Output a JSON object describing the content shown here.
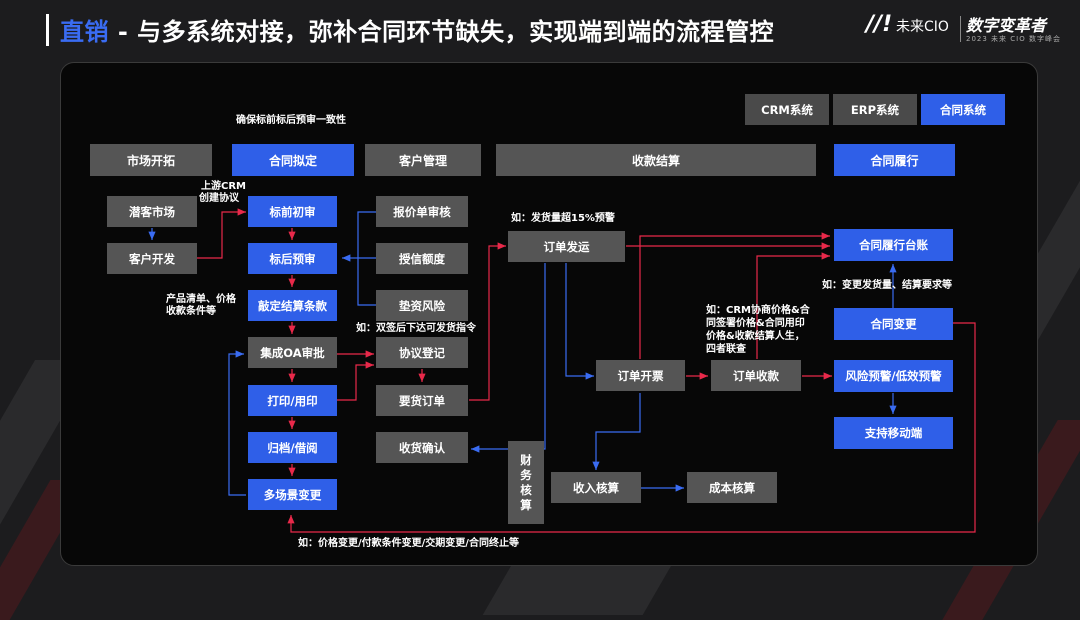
{
  "title": {
    "highlight": "直销",
    "rest": " - 与多系统对接，弥补合同环节缺失，实现端到端的流程管控"
  },
  "logo": {
    "brand1": "未来CIO",
    "brand2": "数字变革者",
    "sub": "2023 未来 CIO 数字峰会"
  },
  "legend": {
    "crm": "CRM系统",
    "erp": "ERP系统",
    "contract": "合同系统"
  },
  "phases": {
    "market": "市场开拓",
    "draft": "合同拟定",
    "customer": "客户管理",
    "settlement": "收款结算",
    "fulfill": "合同履行"
  },
  "nodes": {
    "lead_market": "潜客市场",
    "customer_dev": "客户开发",
    "pre_bid": "标前初审",
    "post_bid": "标后预审",
    "settle_terms": "敲定结算条款",
    "oa_approval": "集成OA审批",
    "print_seal": "打印/用印",
    "archive": "归档/借阅",
    "multi_change": "多场景变更",
    "quote_review": "报价单审核",
    "credit_limit": "授信额度",
    "advance_risk": "垫资风险",
    "agreement_reg": "协议登记",
    "order_request": "要货订单",
    "receipt_confirm": "收货确认",
    "order_ship": "订单发运",
    "order_invoice": "订单开票",
    "order_collect": "订单收款",
    "revenue_acct": "收入核算",
    "cost_acct": "成本核算",
    "finance_acct": "财务核算",
    "fulfill_ledger": "合同履行台账",
    "contract_change": "合同变更",
    "risk_alert": "风险预警/低效预警",
    "mobile": "支持移动端"
  },
  "notes": {
    "consistency": "确保标前标后预审一致性",
    "crm_create_1": "上游CRM",
    "crm_create_2": "创建协议",
    "product_1": "产品清单、价格",
    "product_2": "收款条件等",
    "dual_sign": "如：双签后下达可发货指令",
    "ship_alert": "如：发货量超15%预警",
    "crm_1": "如：CRM协商价格&合",
    "crm_2": "同签署价格&合同用印",
    "crm_3": "价格&收款结算人生，",
    "crm_4": "四者联查",
    "change_ship": "如：变更发货量、结算要求等",
    "change_terms": "如：价格变更/付款条件变更/交期变更/合同终止等"
  },
  "colors": {
    "accent": "#2f5fe8",
    "gray": "#555555",
    "red_arrow": "#e8294a",
    "blue_arrow": "#3a6cf2",
    "panel": "#070707"
  }
}
